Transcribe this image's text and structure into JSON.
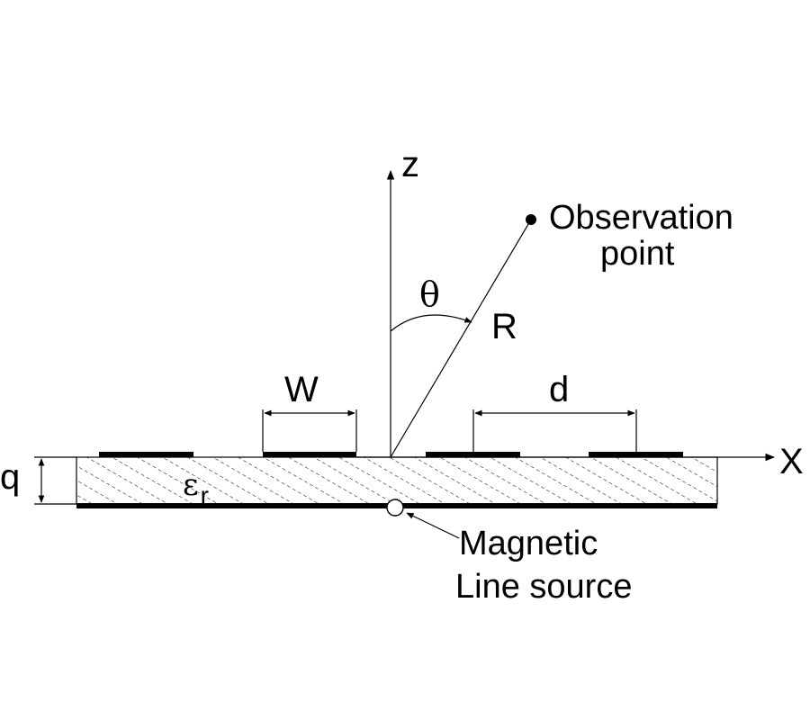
{
  "diagram": {
    "axis_z_label": "z",
    "axis_x_label": "X",
    "theta_label": "θ",
    "r_label": "R",
    "width_label": "W",
    "period_label": "d",
    "thickness_label": "q",
    "permittivity_symbol": "ε",
    "permittivity_subscript": "r",
    "observation_line1": "Observation",
    "observation_line2": "point",
    "source_line1": "Magnetic",
    "source_line2": "Line source"
  }
}
